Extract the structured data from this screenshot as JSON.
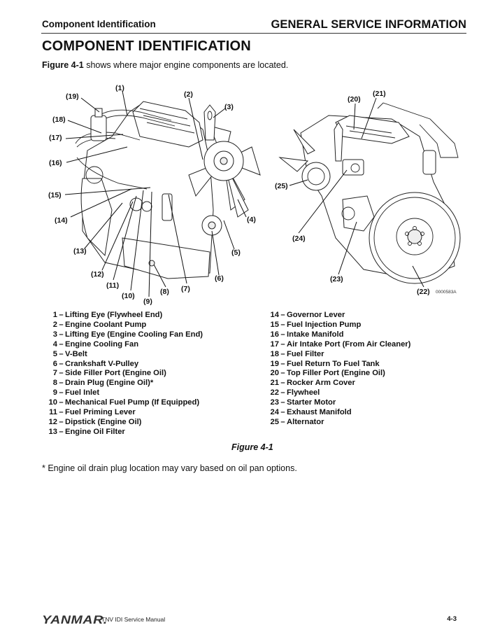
{
  "header": {
    "section": "Component Identification",
    "chapter": "GENERAL SERVICE INFORMATION"
  },
  "title": "COMPONENT IDENTIFICATION",
  "intro": {
    "figure_ref": "Figure 4-1",
    "text": " shows where major engine components are located."
  },
  "figure": {
    "code": "0000583A",
    "caption": "Figure 4-1",
    "left_view_callouts": [
      "(1)",
      "(2)",
      "(3)",
      "(4)",
      "(5)",
      "(6)",
      "(7)",
      "(8)",
      "(9)",
      "(10)",
      "(11)",
      "(12)",
      "(13)",
      "(14)",
      "(15)",
      "(16)",
      "(17)",
      "(18)",
      "(19)"
    ],
    "right_view_callouts": [
      "(20)",
      "(21)",
      "(22)",
      "(23)",
      "(24)",
      "(25)"
    ]
  },
  "legend": {
    "left": [
      {
        "num": "1",
        "label": "Lifting Eye (Flywheel End)"
      },
      {
        "num": "2",
        "label": "Engine Coolant Pump"
      },
      {
        "num": "3",
        "label": "Lifting Eye (Engine Cooling Fan End)"
      },
      {
        "num": "4",
        "label": "Engine Cooling Fan"
      },
      {
        "num": "5",
        "label": "V-Belt"
      },
      {
        "num": "6",
        "label": "Crankshaft V-Pulley"
      },
      {
        "num": "7",
        "label": "Side Filler Port (Engine Oil)"
      },
      {
        "num": "8",
        "label": "Drain Plug (Engine Oil)*"
      },
      {
        "num": "9",
        "label": "Fuel Inlet"
      },
      {
        "num": "10",
        "label": "Mechanical Fuel Pump (If Equipped)"
      },
      {
        "num": "11",
        "label": "Fuel Priming Lever"
      },
      {
        "num": "12",
        "label": "Dipstick (Engine Oil)"
      },
      {
        "num": "13",
        "label": "Engine Oil Filter"
      }
    ],
    "right": [
      {
        "num": "14",
        "label": "Governor Lever"
      },
      {
        "num": "15",
        "label": "Fuel Injection Pump"
      },
      {
        "num": "16",
        "label": "Intake Manifold"
      },
      {
        "num": "17",
        "label": "Air Intake Port (From Air Cleaner)"
      },
      {
        "num": "18",
        "label": "Fuel Filter"
      },
      {
        "num": "19",
        "label": "Fuel Return To Fuel Tank"
      },
      {
        "num": "20",
        "label": "Top Filler Port (Engine Oil)"
      },
      {
        "num": "21",
        "label": "Rocker Arm Cover"
      },
      {
        "num": "22",
        "label": "Flywheel"
      },
      {
        "num": "23",
        "label": "Starter Motor"
      },
      {
        "num": "24",
        "label": "Exhaust Manifold"
      },
      {
        "num": "25",
        "label": "Alternator"
      }
    ]
  },
  "footnote": "* Engine oil drain plug location may vary based on oil pan options.",
  "footer": {
    "brand": "YANMAR.",
    "manual": "TNV IDI Service Manual",
    "page": "4-3"
  }
}
